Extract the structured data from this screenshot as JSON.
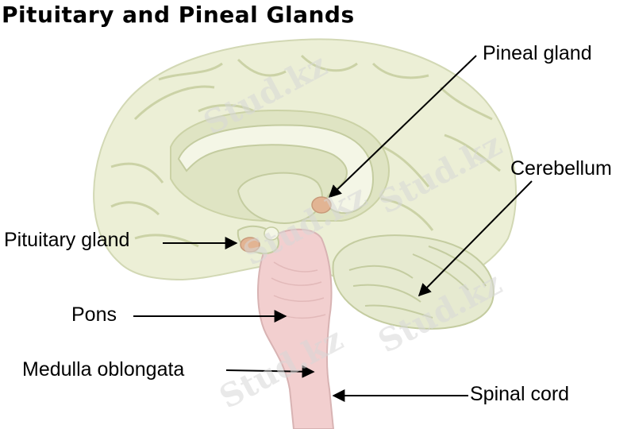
{
  "title": "Pituitary and Pineal Glands",
  "labels": {
    "pineal": "Pineal gland",
    "cerebellum": "Cerebellum",
    "pituitary": "Pituitary gland",
    "pons": "Pons",
    "medulla": "Medulla oblongata",
    "spinal": "Spinal cord"
  },
  "watermark": "Stud.kz",
  "colors": {
    "cortex": "#ecefd6",
    "sulci": "#cbd2a6",
    "corpus": "#f4f6e6",
    "brainstem": "#f2cfcf",
    "gland": "#e2b493"
  }
}
